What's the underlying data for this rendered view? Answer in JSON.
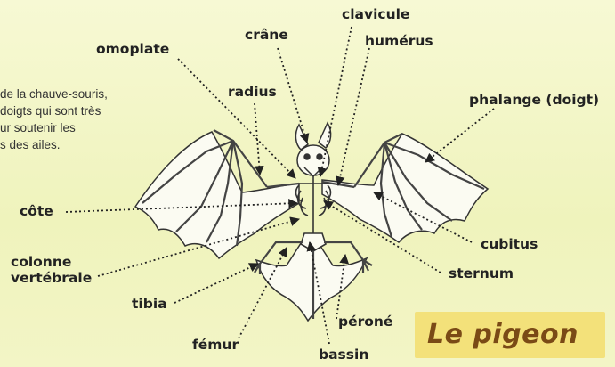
{
  "intro_lines": [
    "de la chauve-souris,",
    "doigts qui sont très",
    "ur soutenir les",
    "s des ailes."
  ],
  "labels": {
    "clavicule": "clavicule",
    "crane": "crâne",
    "humerus": "humérus",
    "omoplate": "omoplate",
    "radius": "radius",
    "phalange": "phalange (doigt)",
    "cote": "côte",
    "cubitus": "cubitus",
    "colonne_l1": "colonne",
    "colonne_l2": "vertébrale",
    "sternum": "sternum",
    "tibia": "tibia",
    "perone": "péroné",
    "femur": "fémur",
    "bassin": "bassin"
  },
  "title": "Le pigeon",
  "colors": {
    "background": "#f4f6c8",
    "title_box": "#f3e17a",
    "title_text": "#7a4a16",
    "line": "#222222"
  }
}
